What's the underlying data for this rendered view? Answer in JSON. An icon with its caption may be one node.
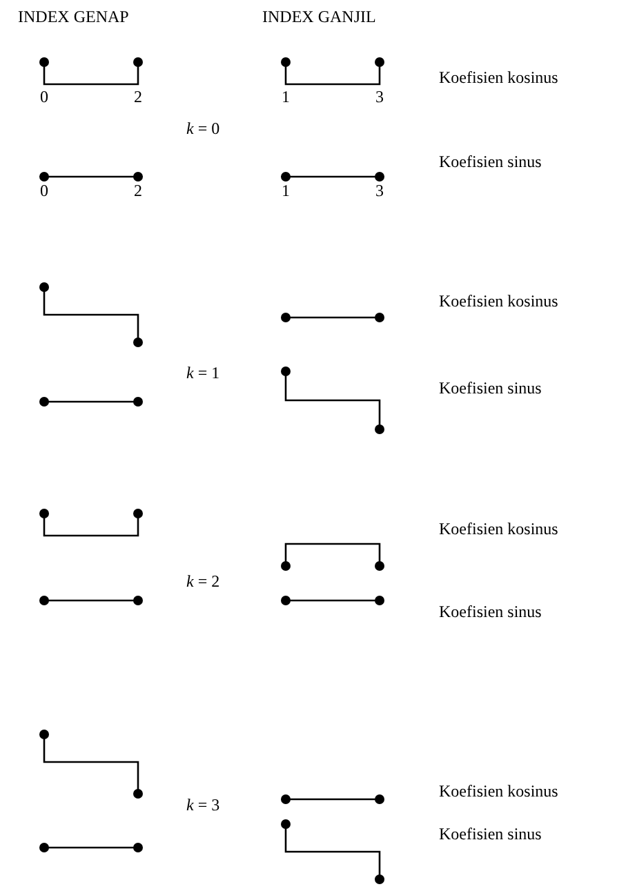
{
  "diagram": {
    "labels": [
      "INDEX GENAP",
      "INDEX GANJIL",
      "Koefisien kosinus",
      "0",
      "2",
      "1",
      "3",
      "*k* = 0",
      "Koefisien sinus",
      "0",
      "2",
      "1",
      "3",
      "Koefisien kosinus",
      "*k* = 1",
      "Koefisien sinus",
      "Koefisien kosinus",
      "*k* = 2",
      "Koefisien sinus",
      "Koefisien kosinus",
      "*k* = 3",
      "Koefisien sinus"
    ]
  }
}
